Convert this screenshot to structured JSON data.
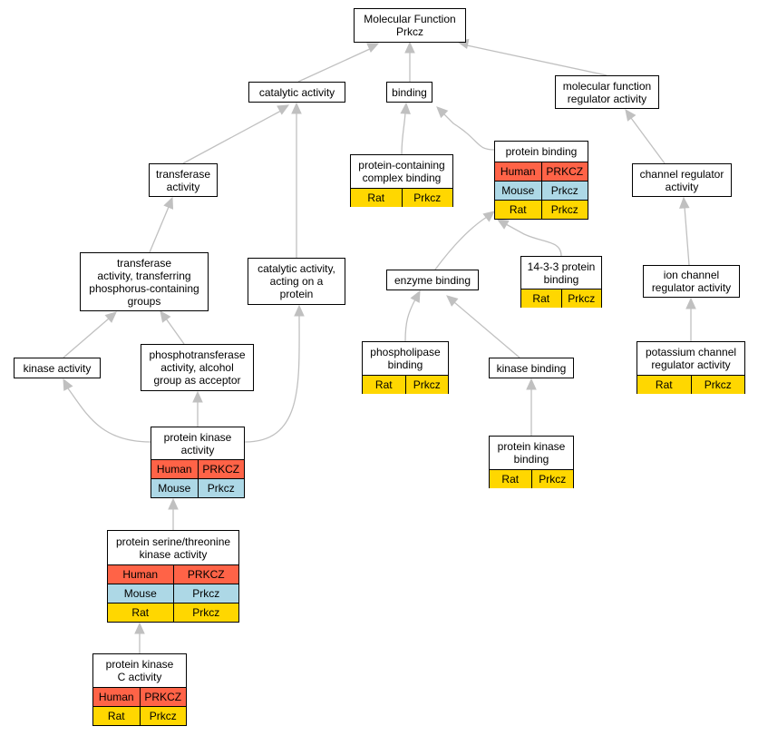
{
  "nodes": {
    "mf": {
      "title": "Molecular Function\nPrkcz",
      "rows": []
    },
    "catalytic": {
      "title": "catalytic activity",
      "rows": []
    },
    "binding": {
      "title": "binding",
      "rows": []
    },
    "mfreg": {
      "title": "molecular function\nregulator activity",
      "rows": []
    },
    "transferase": {
      "title": "transferase\nactivity",
      "rows": []
    },
    "pccb": {
      "title": "protein-containing\ncomplex binding",
      "rows": [
        {
          "species": "Rat",
          "gene": "Prkcz",
          "color": "rat"
        }
      ]
    },
    "protbind": {
      "title": "protein binding",
      "rows": [
        {
          "species": "Human",
          "gene": "PRKCZ",
          "color": "human"
        },
        {
          "species": "Mouse",
          "gene": "Prkcz",
          "color": "mouse"
        },
        {
          "species": "Rat",
          "gene": "Prkcz",
          "color": "rat"
        }
      ]
    },
    "chanreg": {
      "title": "channel regulator\nactivity",
      "rows": []
    },
    "transphos": {
      "title": "transferase\nactivity, transferring\nphosphorus-containing\ngroups",
      "rows": []
    },
    "catprot": {
      "title": "catalytic activity,\nacting on a\nprotein",
      "rows": []
    },
    "enzbind": {
      "title": "enzyme binding",
      "rows": []
    },
    "b1433": {
      "title": "14-3-3 protein\nbinding",
      "rows": [
        {
          "species": "Rat",
          "gene": "Prkcz",
          "color": "rat"
        }
      ]
    },
    "ionreg": {
      "title": "ion channel\nregulator activity",
      "rows": []
    },
    "kinact": {
      "title": "kinase activity",
      "rows": []
    },
    "phosalc": {
      "title": "phosphotransferase\nactivity, alcohol\ngroup as acceptor",
      "rows": []
    },
    "phospholip": {
      "title": "phospholipase\nbinding",
      "rows": [
        {
          "species": "Rat",
          "gene": "Prkcz",
          "color": "rat"
        }
      ]
    },
    "kinbind": {
      "title": "kinase binding",
      "rows": []
    },
    "kreg": {
      "title": "potassium channel\nregulator activity",
      "rows": [
        {
          "species": "Rat",
          "gene": "Prkcz",
          "color": "rat"
        }
      ]
    },
    "pka": {
      "title": "protein kinase\nactivity",
      "rows": [
        {
          "species": "Human",
          "gene": "PRKCZ",
          "color": "human"
        },
        {
          "species": "Mouse",
          "gene": "Prkcz",
          "color": "mouse"
        }
      ]
    },
    "pkbind": {
      "title": "protein kinase\nbinding",
      "rows": [
        {
          "species": "Rat",
          "gene": "Prkcz",
          "color": "rat"
        }
      ]
    },
    "stk": {
      "title": "protein serine/threonine\nkinase activity",
      "rows": [
        {
          "species": "Human",
          "gene": "PRKCZ",
          "color": "human"
        },
        {
          "species": "Mouse",
          "gene": "Prkcz",
          "color": "mouse"
        },
        {
          "species": "Rat",
          "gene": "Prkcz",
          "color": "rat"
        }
      ]
    },
    "pkc": {
      "title": "protein kinase\nC activity",
      "rows": [
        {
          "species": "Human",
          "gene": "PRKCZ",
          "color": "human"
        },
        {
          "species": "Rat",
          "gene": "Prkcz",
          "color": "rat"
        }
      ]
    }
  },
  "edge_color": "#c0c0c0",
  "species_colors": {
    "human": "#ff6347",
    "mouse": "#add8e6",
    "rat": "#ffd700"
  }
}
